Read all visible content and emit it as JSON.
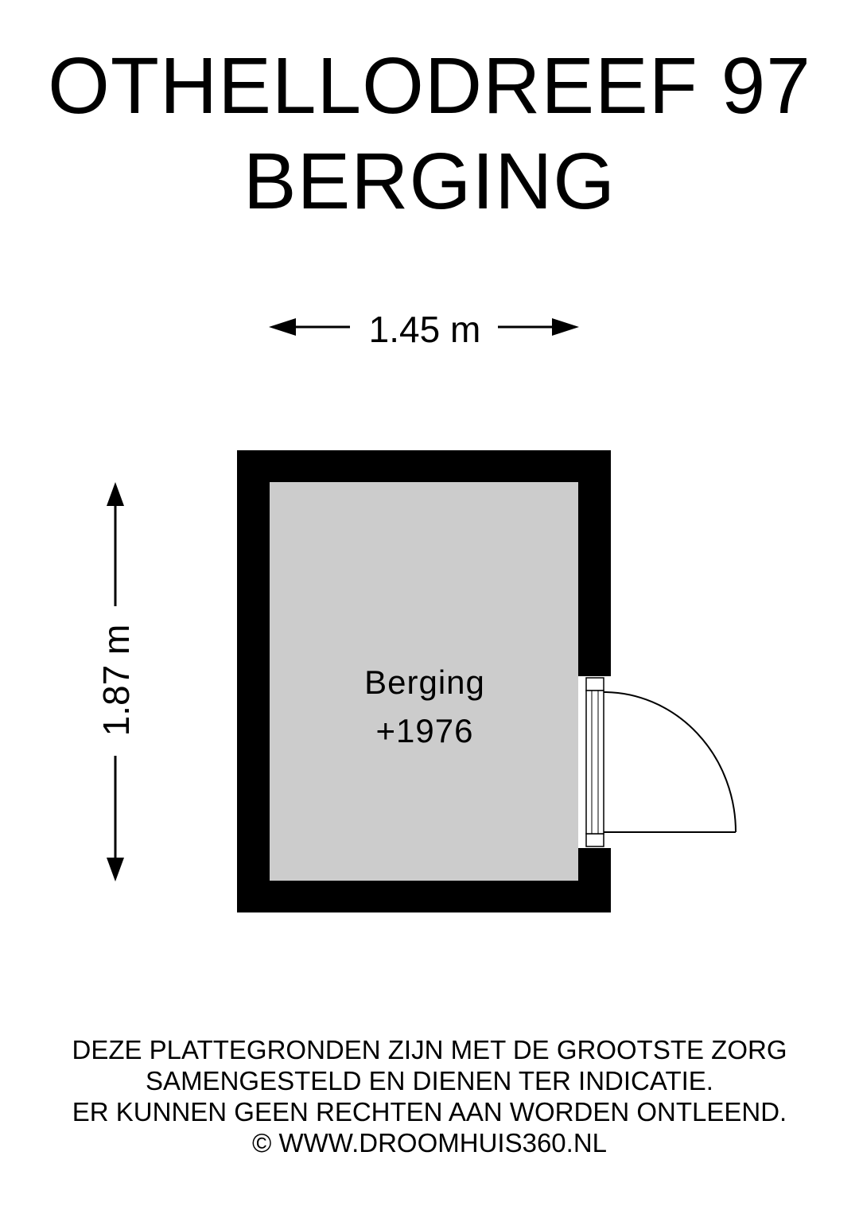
{
  "title": {
    "line1": "OTHELLODREEF 97",
    "line2": "BERGING"
  },
  "dimensions": {
    "width": "1.45 m",
    "height": "1.87 m"
  },
  "room": {
    "name": "Berging",
    "level": "+1976"
  },
  "disclaimer": {
    "line1": "DEZE PLATTEGRONDEN ZIJN MET DE GROOTSTE ZORG",
    "line2": "SAMENGESTELD EN DIENEN TER INDICATIE.",
    "line3": "ER KUNNEN GEEN RECHTEN AAN WORDEN ONTLEEND.",
    "line4": "© WWW.DROOMHUIS360.NL"
  },
  "colors": {
    "wall": "#000000",
    "floor": "#cccccc",
    "background": "#ffffff"
  }
}
